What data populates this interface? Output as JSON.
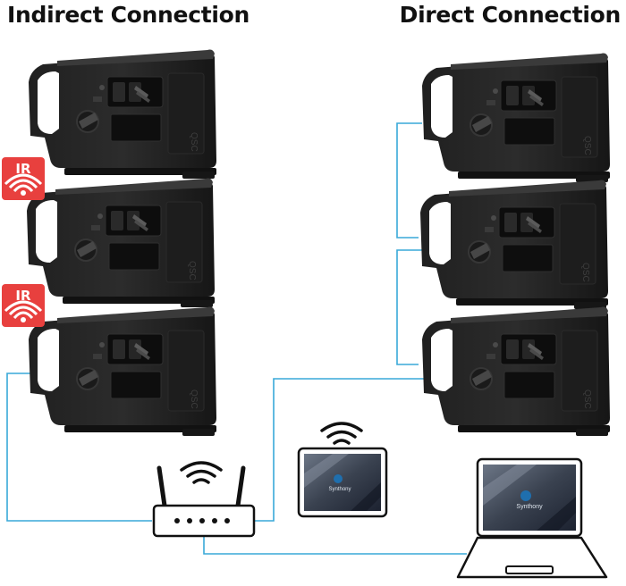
{
  "headings": {
    "indirect": "Indirect Connection",
    "direct": "Direct Connection"
  },
  "ir_badge": {
    "label": "IR",
    "color": "#e8403e"
  },
  "cable_color": "#39a9d8",
  "screen_brand": "Synthony",
  "icons": [
    "speaker-cabinet",
    "ir-signal-icon",
    "wifi-icon",
    "wireless-router",
    "tablet",
    "laptop"
  ]
}
